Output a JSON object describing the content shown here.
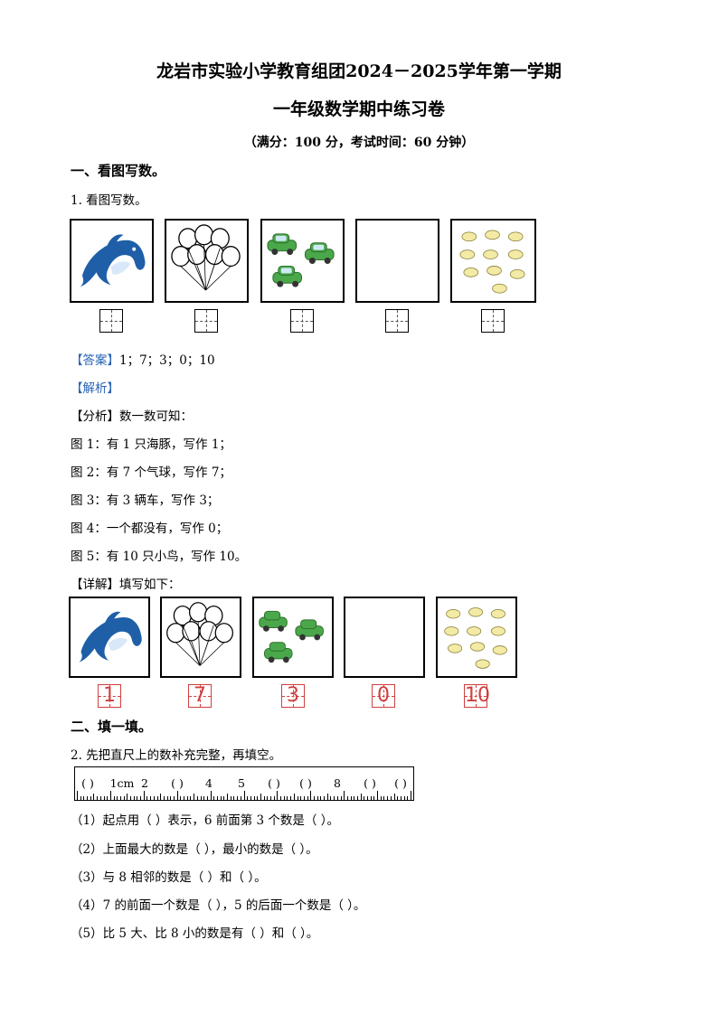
{
  "header": {
    "title": "龙岩市实验小学教育组团2024－2025学年第一学期",
    "subtitle": "一年级数学期中练习卷",
    "info": "（满分：100 分，考试时间：60 分钟）"
  },
  "section1": {
    "heading": "一、看图写数。",
    "question": "1. 看图写数。",
    "answer_tag": "【答案】",
    "answer_text": "1；7；3；0；10",
    "analysis_tag": "【解析】",
    "analysis_intro": "【分析】数一数可知：",
    "analysis_lines": [
      "图 1：有 1 只海豚，写作 1；",
      "图 2：有 7 个气球，写作 7；",
      "图 3：有 3 辆车，写作 3；",
      "图 4：一个都没有，写作 0；",
      "图 5：有 10 只小鸟，写作 10。"
    ],
    "detail": "【详解】填写如下：",
    "filled_values": [
      "1",
      "7",
      "3",
      "0",
      "10"
    ]
  },
  "section2": {
    "heading": "二、填一填。",
    "question": "2. 先把直尺上的数补充完整，再填空。",
    "ruler_labels": [
      "(    )",
      "1cm",
      "2",
      "(    )",
      "4",
      "5",
      "(    )",
      "(    )",
      "8",
      "(    )",
      "(    )"
    ],
    "items": [
      "（1）起点用（        ）表示，6 前面第 3 个数是（        ）。",
      "（2）上面最大的数是（        ），最小的数是（        ）。",
      "（3）与 8 相邻的数是（        ）和（        ）。",
      "（4）7 的前面一个数是（        ），5 的后面一个数是（        ）。",
      "（5）比 5 大、比 8 小的数是有（        ）和（        ）。"
    ]
  },
  "icons": [
    "dolphin-icon",
    "balloons-icon",
    "car-icon",
    "bird-icon"
  ],
  "colors": {
    "label_blue": "#2a64b4",
    "answer_red": "#d04040",
    "dolphin_blue": "#1e5fa8",
    "car_green": "#4aa84a"
  }
}
